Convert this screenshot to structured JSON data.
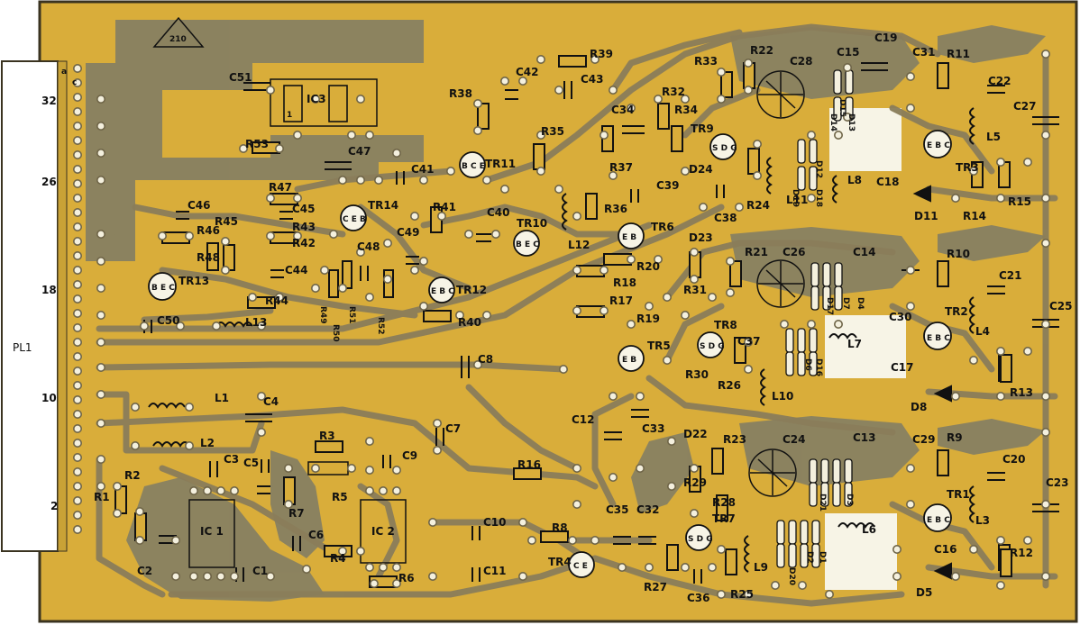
{
  "board": {
    "plug_label": "PL1",
    "pin_numbers": [
      "32",
      "26",
      "18",
      "10",
      "2"
    ],
    "edge_letters": [
      "a",
      "c"
    ],
    "board_number": "210",
    "colors": {
      "board": "#d9ad3a",
      "copper": "#8a7d5a",
      "ground_plane": "#857f63",
      "ink": "#111111",
      "pad": "#f4f0de"
    }
  },
  "transistors": [
    {
      "id": "tr1",
      "ref": "TR1",
      "pins": "E B C"
    },
    {
      "id": "tr2",
      "ref": "TR2",
      "pins": "E B C"
    },
    {
      "id": "tr3",
      "ref": "TR3",
      "pins": "E B C"
    },
    {
      "id": "tr4",
      "ref": "TR4",
      "pins": "C E"
    },
    {
      "id": "tr5",
      "ref": "TR5",
      "pins": "E B"
    },
    {
      "id": "tr6",
      "ref": "TR6",
      "pins": "E B"
    },
    {
      "id": "tr7",
      "ref": "TR7",
      "pins": "S D G"
    },
    {
      "id": "tr8",
      "ref": "TR8",
      "pins": "S D G"
    },
    {
      "id": "tr9",
      "ref": "TR9",
      "pins": "S D G"
    },
    {
      "id": "tr10",
      "ref": "TR10",
      "pins": "B E C"
    },
    {
      "id": "tr11",
      "ref": "TR11",
      "pins": "B C E"
    },
    {
      "id": "tr12",
      "ref": "TR12",
      "pins": "E B C"
    },
    {
      "id": "tr13",
      "ref": "TR13",
      "pins": "B E C"
    },
    {
      "id": "tr14",
      "ref": "TR14",
      "pins": "C E B"
    }
  ],
  "ics": [
    {
      "id": "ic1",
      "ref": "IC 1"
    },
    {
      "id": "ic2",
      "ref": "IC 2"
    },
    {
      "id": "ic3",
      "ref": "IC3",
      "pin1": "1"
    }
  ],
  "plain_labels": {
    "c1": "C1",
    "c2": "C2",
    "c3": "C3",
    "c4": "C4",
    "c5": "C5",
    "c6": "C6",
    "c7": "C7",
    "c8": "C8",
    "c9": "C9",
    "c10": "C10",
    "c11": "C11",
    "c12": "C12",
    "c13": "C13",
    "c14": "C14",
    "c15": "C15",
    "c16": "C16",
    "c17": "C17",
    "c18": "C18",
    "c19": "C19",
    "c20": "C20",
    "c21": "C21",
    "c22": "C22",
    "c23": "C23",
    "c24": "C24",
    "c25": "C25",
    "c26": "C26",
    "c27": "C27",
    "c28": "C28",
    "c29": "C29",
    "c30": "C30",
    "c31": "C31",
    "c32": "C32",
    "c33": "C33",
    "c34": "C34",
    "c35": "C35",
    "c36": "C36",
    "c37": "C37",
    "c38": "C38",
    "c39": "C39",
    "c40": "C40",
    "c41": "C41",
    "c42": "C42",
    "c43": "C43",
    "c44": "C44",
    "c45": "C45",
    "c46": "C46",
    "c47": "C47",
    "c48": "C48",
    "c49": "C49",
    "c50": "C50",
    "c51": "C51",
    "r1": "R1",
    "r2": "R2",
    "r3": "R3",
    "r4": "R4",
    "r5": "R5",
    "r6": "R6",
    "r7": "R7",
    "r8": "R8",
    "r9": "R9",
    "r10": "R10",
    "r11": "R11",
    "r12": "R12",
    "r13": "R13",
    "r14": "R14",
    "r15": "R15",
    "r16": "R16",
    "r17": "R17",
    "r18": "R18",
    "r19": "R19",
    "r20": "R20",
    "r21": "R21",
    "r22": "R22",
    "r23": "R23",
    "r24": "R24",
    "r25": "R25",
    "r26": "R26",
    "r27": "R27",
    "r28": "R28",
    "r29": "R29",
    "r30": "R30",
    "r31": "R31",
    "r32": "R32",
    "r33": "R33",
    "r34": "R34",
    "r35": "R35",
    "r36": "R36",
    "r37": "R37",
    "r38": "R38",
    "r39": "R39",
    "r40": "R40",
    "r41": "R41",
    "r42": "R42",
    "r43": "R43",
    "r44": "R44",
    "r45": "R45",
    "r46": "R46",
    "r47": "R47",
    "r48": "R48",
    "r49": "R49",
    "r50": "R50",
    "r51": "R51",
    "r52": "R52",
    "r53": "R53",
    "l1": "L1",
    "l2": "L2",
    "l3": "L3",
    "l4": "L4",
    "l5": "L5",
    "l6": "L6",
    "l7": "L7",
    "l8": "L8",
    "l9": "L9",
    "l10": "L10",
    "l11": "L11",
    "l12": "L12",
    "l13": "L13",
    "d5": "D5",
    "d8": "D8",
    "d11": "D11",
    "d22": "D22",
    "d23": "D23",
    "d24": "D24",
    "d1": "D1",
    "d2": "D2",
    "d3": "D3",
    "d4": "D4",
    "d6": "D6",
    "d7": "D7",
    "d12": "D12",
    "d13": "D13",
    "d14": "D14",
    "d15": "D15",
    "d16": "D16",
    "d17": "D17",
    "d18": "D18",
    "d19": "D19",
    "d20": "D20",
    "d21": "D21"
  }
}
